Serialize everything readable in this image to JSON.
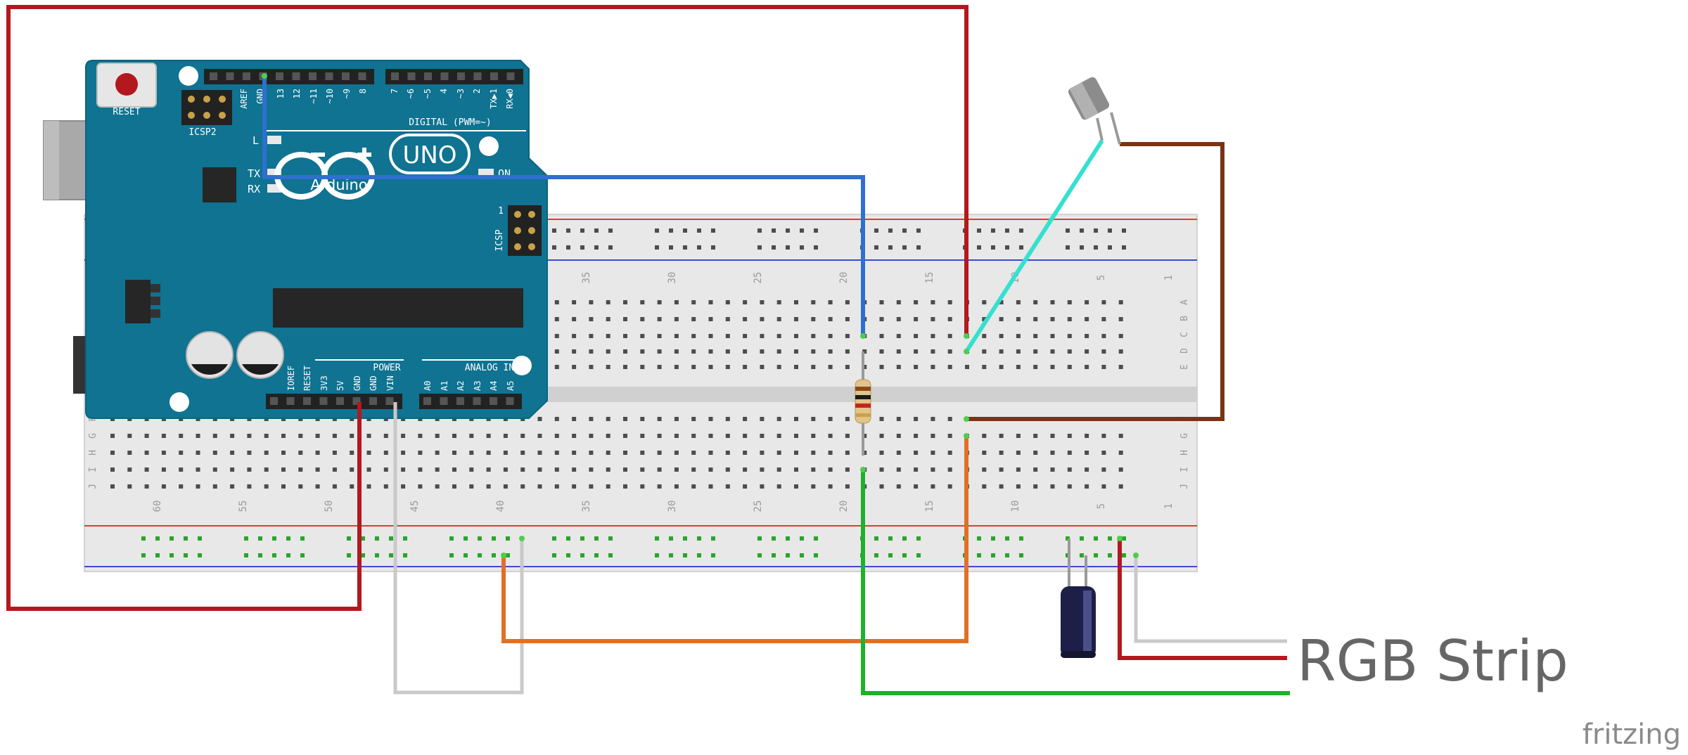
{
  "arduino": {
    "reset_label": "RESET",
    "icsp2_label": "ICSP2",
    "aref_label": "AREF",
    "gnd_label": "GND",
    "digital_pins": [
      "13",
      "12",
      "~11",
      "~10",
      "~9",
      "8",
      "7",
      "~6",
      "~5",
      "4",
      "~3",
      "2",
      "TX▶1",
      "RX◀0"
    ],
    "digital_label": "DIGITAL (PWM=~)",
    "led_l": "L",
    "led_tx": "TX",
    "led_rx": "RX",
    "led_on": "ON",
    "model": "UNO",
    "brand": "Arduino",
    "icsp_label": "ICSP",
    "icsp_pin1": "1",
    "power_label": "POWER",
    "analog_label": "ANALOG IN",
    "power_pins": [
      "IOREF",
      "RESET",
      "3V3",
      "5V",
      "GND",
      "GND",
      "VIN"
    ],
    "analog_pins": [
      "A0",
      "A1",
      "A2",
      "A3",
      "A4",
      "A5"
    ]
  },
  "breadboard": {
    "column_numbers": [
      "60",
      "55",
      "50",
      "45",
      "40",
      "35",
      "30",
      "25",
      "20",
      "15",
      "10",
      "5",
      "1"
    ],
    "rows_top": [
      "A",
      "B",
      "C",
      "D",
      "E"
    ],
    "rows_bottom": [
      "F",
      "G",
      "H",
      "I",
      "J"
    ]
  },
  "labels": {
    "rgb_strip": "RGB Strip",
    "fritzing": "fritzing"
  },
  "colors": {
    "arduino_board": "#0f7391",
    "wire_red": "#b3181e",
    "wire_blue": "#2f6fcf",
    "wire_cyan": "#35e0d0",
    "wire_brown": "#7a3414",
    "wire_orange": "#e07024",
    "wire_green": "#1fb02c",
    "wire_white": "#c9c9c9"
  }
}
